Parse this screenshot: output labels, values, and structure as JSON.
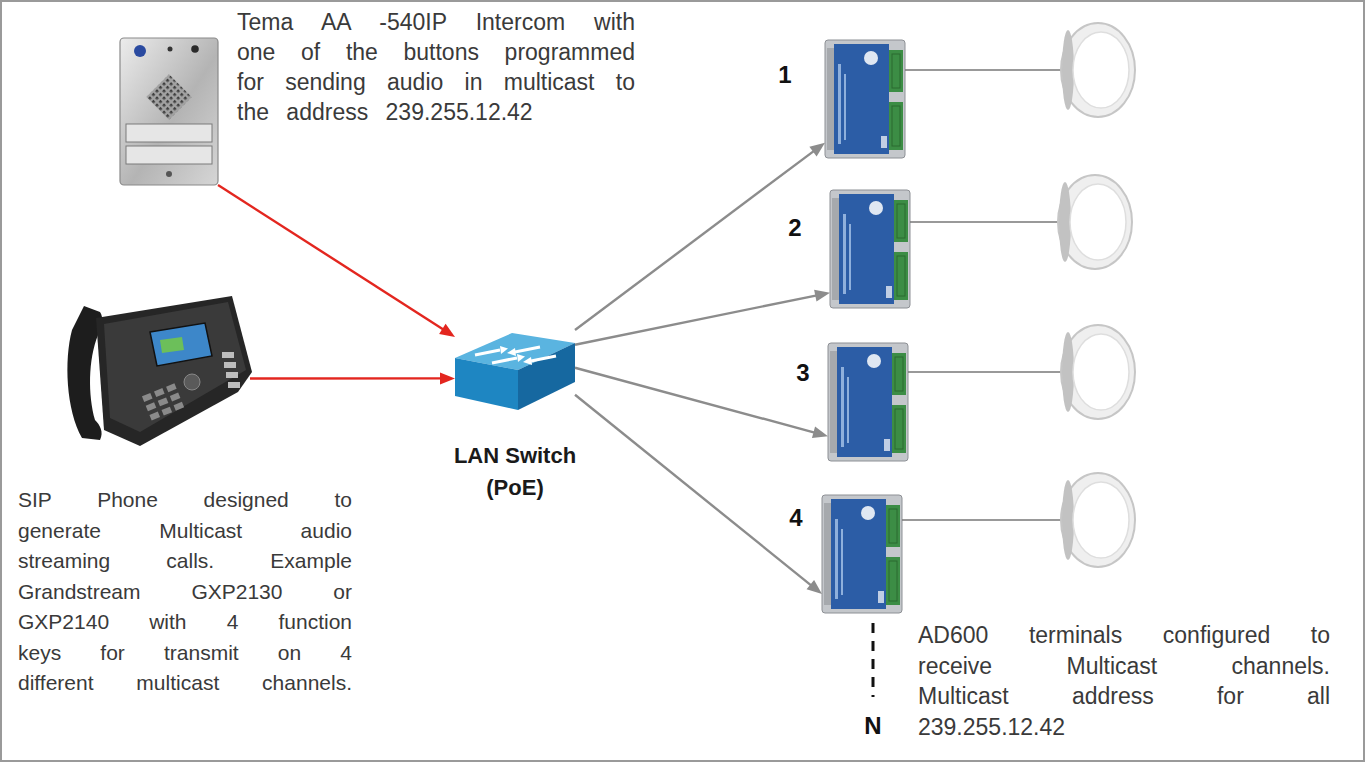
{
  "diagram": {
    "nodes": [
      {
        "text": [
          "Tema AA -540IP Intercom with one of the buttons programmed for sending audio in multicast to the address 239.255.12.42"
        ]
      },
      {
        "text": [
          "SIP Phone designed to generate Multicast audio streaming calls. Example Grandstream GXP2130 or GXP2140 with 4 function keys for transmit on 4 different multicast channels."
        ]
      },
      {
        "text": [
          "LAN Switch (PoE)"
        ]
      },
      {
        "text": [
          "1"
        ]
      },
      {
        "text": [
          "2"
        ]
      },
      {
        "text": [
          "3"
        ]
      },
      {
        "text": [
          "4"
        ]
      }
    ],
    "edges": [
      {
        "from": 0,
        "to": 2,
        "arrow": "to"
      },
      {
        "from": 1,
        "to": 2,
        "arrow": "to"
      },
      {
        "from": 2,
        "to": 3,
        "arrow": "to"
      },
      {
        "from": 2,
        "to": 4,
        "arrow": "to"
      },
      {
        "from": 2,
        "to": 5,
        "arrow": "to"
      },
      {
        "from": 2,
        "to": 6,
        "arrow": "to"
      }
    ],
    "labels": [
      "N",
      "AD600 terminals configured to receive Multicast channels. Multicast address for all 239.255.12.42"
    ]
  }
}
